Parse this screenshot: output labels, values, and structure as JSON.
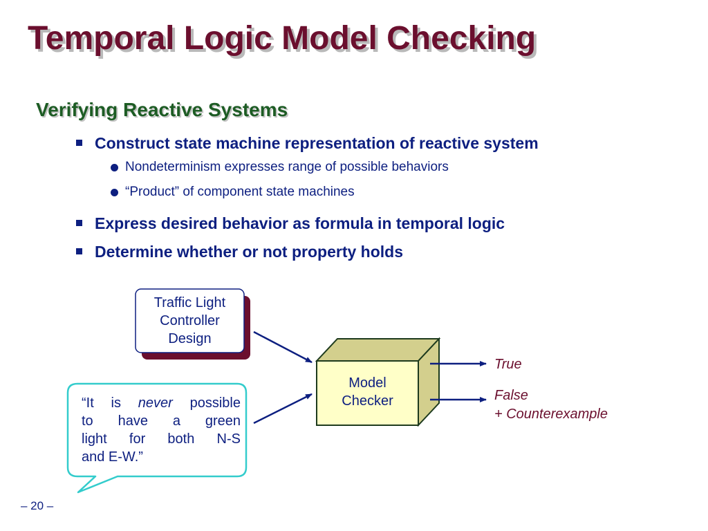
{
  "slide": {
    "title": "Temporal Logic Model Checking",
    "subtitle": "Verifying Reactive Systems",
    "bullets": [
      {
        "text": "Construct state machine representation of reactive system",
        "sub": [
          "Nondeterminism expresses range of possible behaviors",
          "“Product” of component state machines"
        ]
      },
      {
        "text": "Express desired behavior as formula in temporal logic"
      },
      {
        "text": "Determine whether or not property holds"
      }
    ],
    "page_number": "– 20 –"
  },
  "diagram": {
    "design_box": [
      "Traffic Light",
      "Controller",
      "Design"
    ],
    "checker_box": [
      "Model",
      "Checker"
    ],
    "quote": {
      "lines": [
        "“It is",
        "never",
        "possible",
        "to have a green",
        "light for both N-S",
        "and E-W.”"
      ]
    },
    "outputs": {
      "true_label": "True",
      "false_label": "False",
      "counterexample_label": "+ Counterexample"
    }
  },
  "colors": {
    "title": "#6b0f2e",
    "subtitle": "#1d5c24",
    "body_text": "#0d1f80",
    "box_fill": "#ffffc8",
    "box_side": "#d3cf8d",
    "shadow_box": "#6b0f2e",
    "callout_border": "#33cccc"
  }
}
